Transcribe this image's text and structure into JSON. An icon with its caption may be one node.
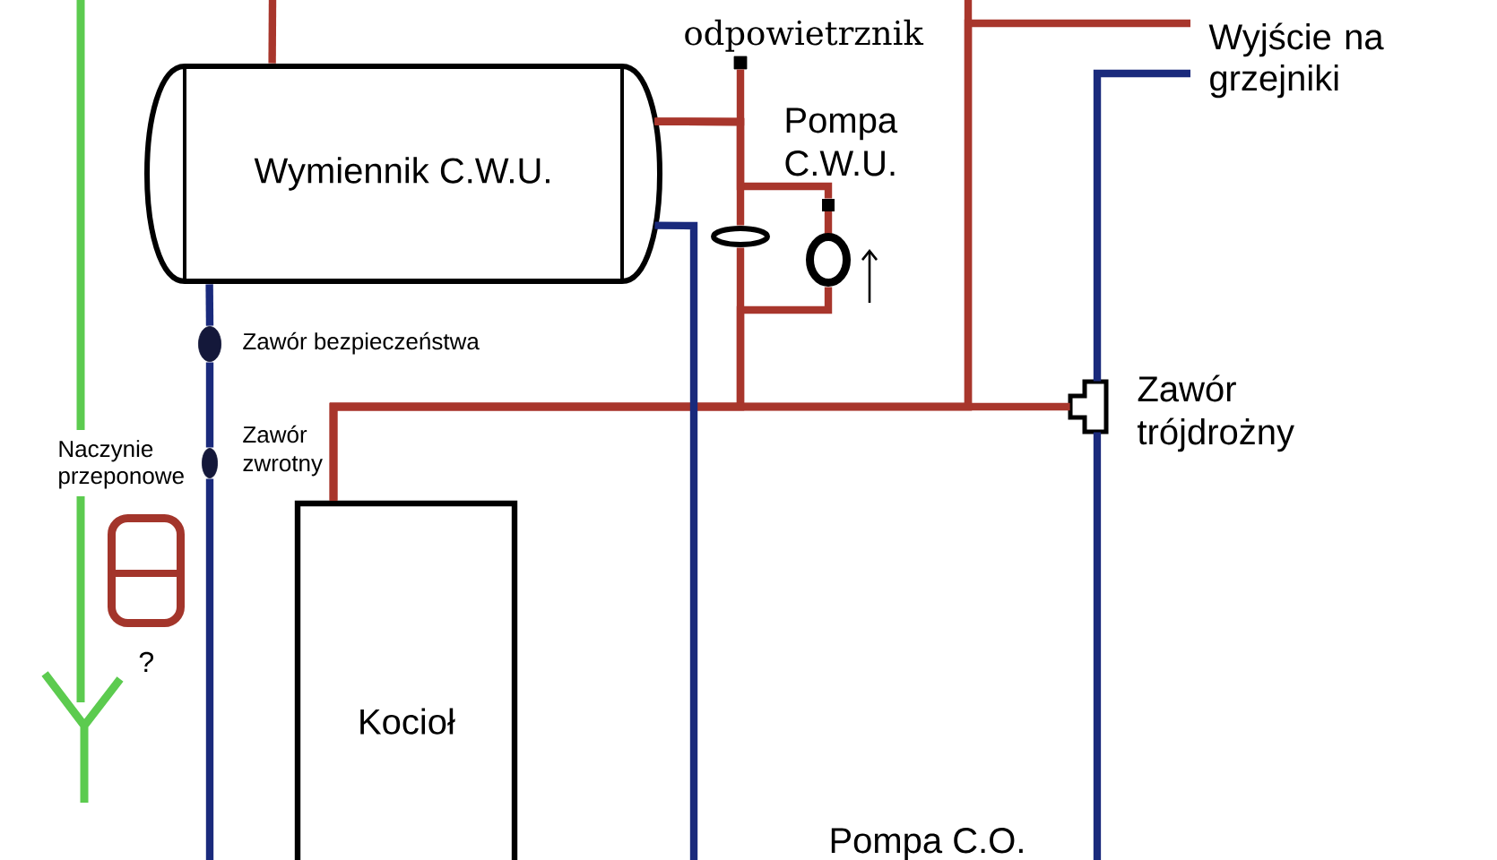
{
  "diagram": {
    "nodes": [
      {
        "text": [],
        "shape": "box",
        "beside": [
          "odpowietrznik"
        ]
      },
      {
        "text": [
          "Wyjście na grzejniki"
        ]
      },
      {
        "text": [
          "Wymiennik C.W.U."
        ]
      },
      {
        "text": [],
        "shape": "circle",
        "beside": [
          "Pompa C.W.U."
        ]
      },
      {
        "text": [],
        "shape": "ellipse"
      },
      {
        "text": [],
        "shape": "circle",
        "beside": [
          "Zawór bezpieczeństwa"
        ]
      },
      {
        "text": [],
        "shape": "box",
        "beside": [
          "Zawór trójdrożny"
        ]
      },
      {
        "text": [],
        "shape": "circle",
        "beside": [
          "Zawór zwrotny"
        ]
      },
      {
        "text": [],
        "shape": "box",
        "beside": [
          "Naczynie przeponowe",
          "?"
        ]
      },
      {
        "text": [
          "Kocioł"
        ]
      }
    ],
    "edges": [
      {
        "from": 2,
        "to": null,
        "arrow": "none"
      },
      {
        "from": 2,
        "to": 0,
        "arrow": "none"
      },
      {
        "from": 2,
        "to": 3,
        "arrow": "none"
      },
      {
        "from": 2,
        "to": 4,
        "arrow": "none"
      },
      {
        "from": 4,
        "to": 9,
        "arrow": "none"
      },
      {
        "from": 3,
        "to": 9,
        "arrow": "none"
      },
      {
        "from": 9,
        "to": 6,
        "arrow": "none"
      },
      {
        "from": 9,
        "to": 1,
        "arrow": "none"
      },
      {
        "from": 9,
        "to": null,
        "arrow": "none"
      },
      {
        "from": 6,
        "to": 1,
        "arrow": "none",
        "color": "#1a2a7c"
      },
      {
        "from": 6,
        "to": null,
        "arrow": "none",
        "color": "#1a2a7c"
      },
      {
        "from": 2,
        "to": null,
        "arrow": "none",
        "color": "#1a2a7c"
      },
      {
        "from": 2,
        "to": 5,
        "arrow": "none",
        "color": "#1a2a7c"
      },
      {
        "from": 5,
        "to": 7,
        "arrow": "none",
        "color": "#1a2a7c"
      },
      {
        "from": 7,
        "to": null,
        "arrow": "none",
        "color": "#1a2a7c"
      }
    ],
    "labels": [
      "Pompa C.O."
    ]
  }
}
